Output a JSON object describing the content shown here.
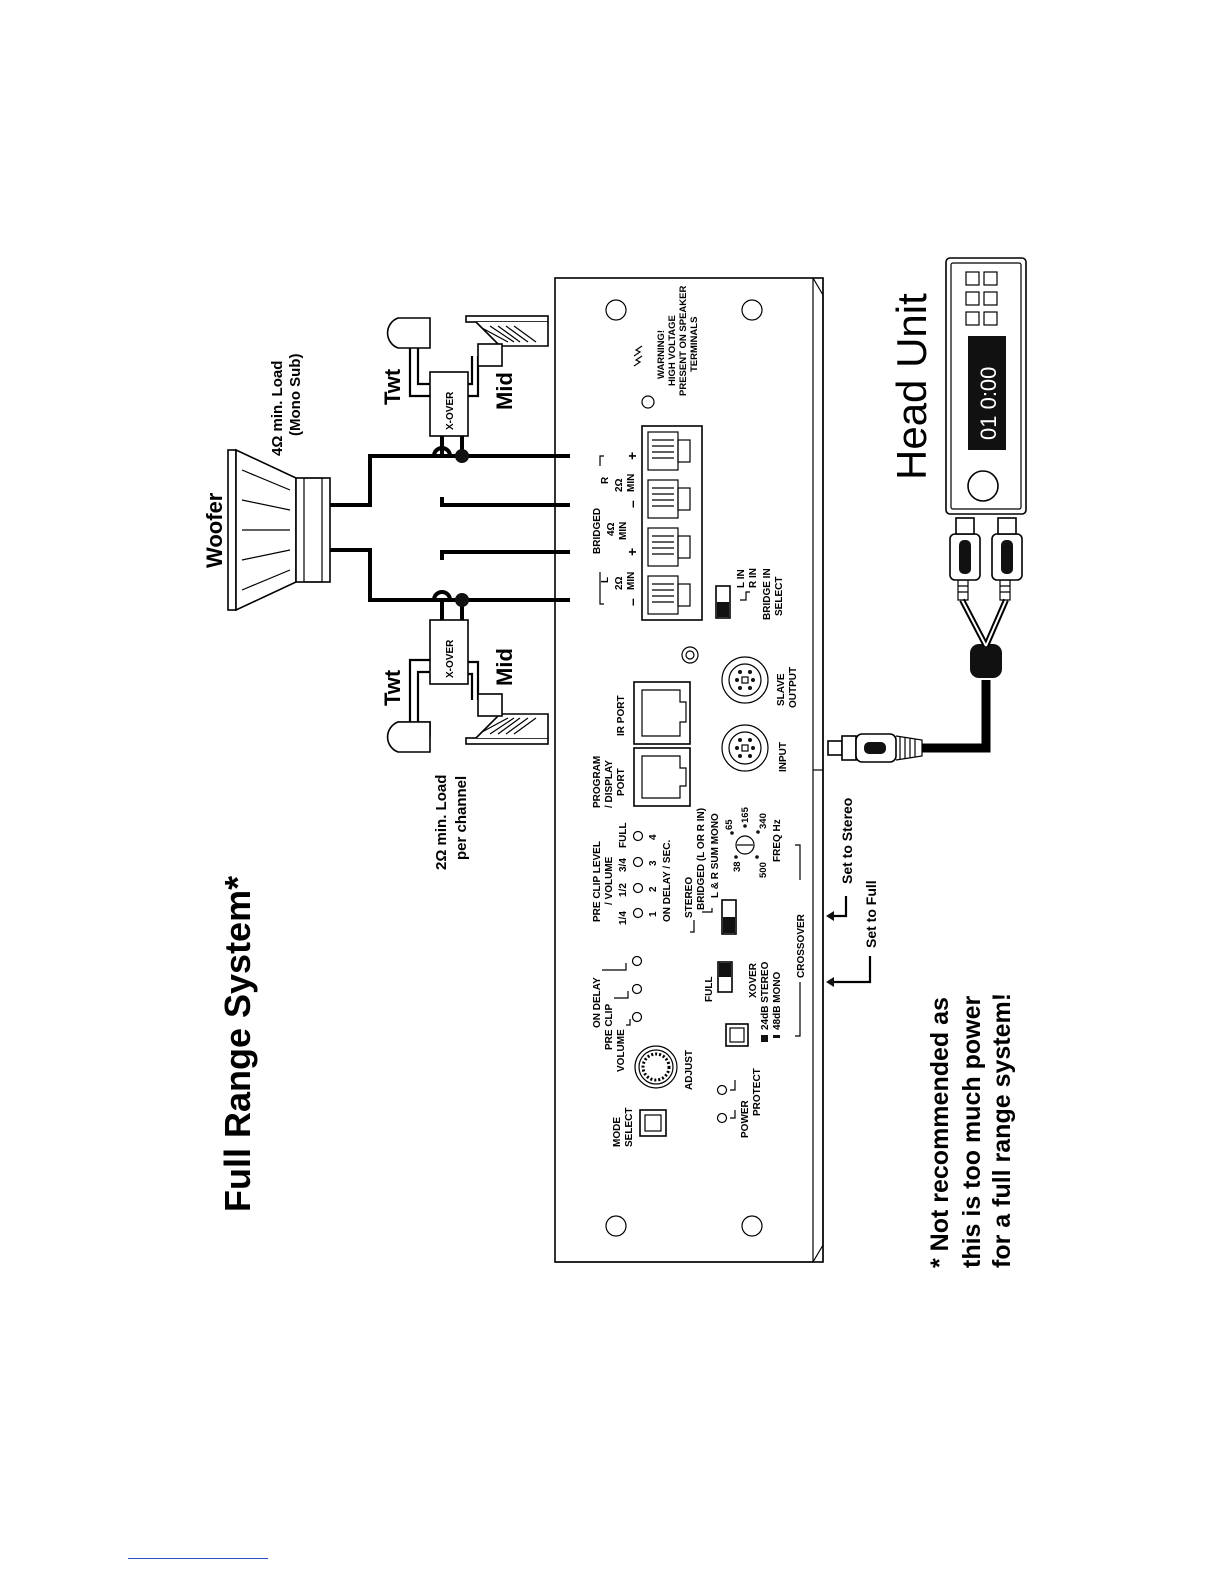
{
  "title": "Full Range System*",
  "footnote": [
    "* Not recommended as",
    "this is too much power",
    "for a full range system!"
  ],
  "head_unit": {
    "label": "Head Unit",
    "display": "01 0:00"
  },
  "speakers": {
    "woofer": "Woofer",
    "woofer_load": [
      "4Ω min. Load",
      "(Mono Sub)"
    ],
    "channel_load": [
      "2Ω min. Load",
      "per channel"
    ],
    "tweeter": "Twt",
    "mid": "Mid",
    "crossover": "X-OVER"
  },
  "amp": {
    "mode_select": [
      "MODE",
      "SELECT"
    ],
    "indicators": [
      "POWER",
      "PROTECT"
    ],
    "adjust": "ADJUST",
    "knob_labels": [
      "VOLUME",
      "PRE CLIP",
      "ON DELAY"
    ],
    "xover_switch": {
      "full": "FULL",
      "xover": "XOVER"
    },
    "slope": [
      "24dB STEREO",
      "48dB MONO"
    ],
    "crossover_label": "CROSSOVER",
    "preclip_heading": [
      "PRE CLIP LEVEL",
      "/ VOLUME"
    ],
    "level_labels": [
      "1/4",
      "1/2",
      "3/4",
      "FULL"
    ],
    "delay_nums": [
      "1",
      "2",
      "3",
      "4"
    ],
    "delay_label": "ON DELAY / SEC.",
    "mode_switch": [
      "STEREO",
      "BRIDGED (L OR R IN)",
      "L & R SUM MONO"
    ],
    "freqs": [
      "38",
      "65",
      "165",
      "340",
      "500"
    ],
    "freq_label": "FREQ Hz",
    "program_port": [
      "PROGRAM",
      "/ DISPLAY",
      "PORT"
    ],
    "ir_port": "IR PORT",
    "input": "INPUT",
    "slave_output": [
      "SLAVE",
      "OUTPUT"
    ],
    "bridge_select": [
      "L IN",
      "R IN",
      "BRIDGE IN",
      "SELECT"
    ],
    "terminals": {
      "bridged": "BRIDGED",
      "left": "L",
      "right": "R",
      "left_min": [
        "2Ω",
        "MIN"
      ],
      "bridged_min": [
        "4Ω",
        "MIN"
      ],
      "right_min": [
        "2Ω",
        "MIN"
      ],
      "minus": "–",
      "plus": "+"
    },
    "warning": [
      "WARNING!",
      "HIGH VOLTAGE",
      "PRESENT ON SPEAKER",
      "TERMINALS"
    ]
  },
  "annotations": {
    "set_to_full": "Set to Full",
    "set_to_stereo": "Set to Stereo"
  },
  "colors": {
    "line": "#000000",
    "paper": "#ffffff",
    "display": "#111111",
    "link": "#2a4fbf"
  }
}
